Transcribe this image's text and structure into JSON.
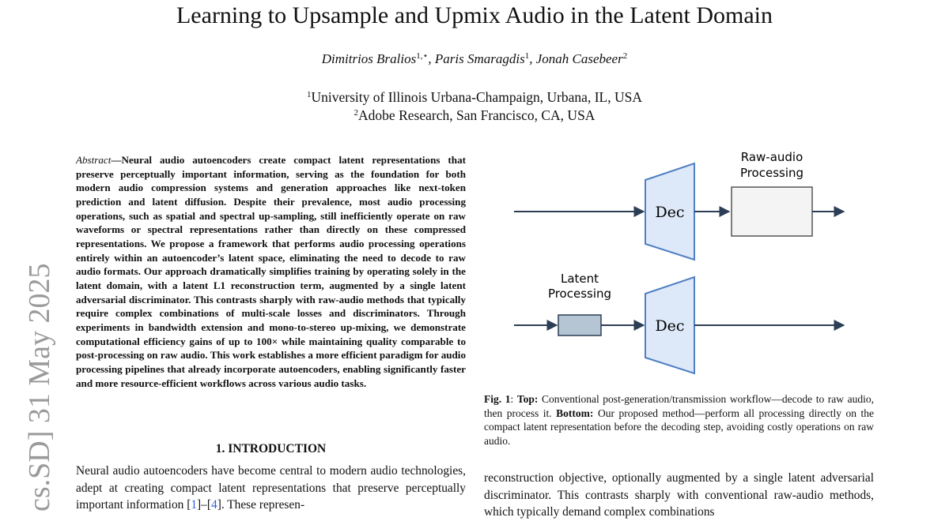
{
  "paper": {
    "title": "Learning to Upsample and Upmix Audio in the Latent Domain",
    "authors": [
      {
        "name": "Dimitrios Bralios",
        "mark": "1,⋆"
      },
      {
        "name": "Paris Smaragdis",
        "mark": "1"
      },
      {
        "name": "Jonah Casebeer",
        "mark": "2"
      }
    ],
    "affiliations": [
      {
        "mark": "1",
        "text": "University of Illinois Urbana-Champaign, Urbana, IL, USA"
      },
      {
        "mark": "2",
        "text": "Adobe Research, San Francisco, CA, USA"
      }
    ],
    "arxiv_stamp": "cs.SD]  31 May 2025",
    "abstract_label": "Abstract",
    "abstract_text": "—Neural audio autoencoders create compact latent representations that preserve perceptually important information, serving as the foundation for both modern audio compression systems and generation approaches like next-token prediction and latent diffusion. Despite their prevalence, most audio processing operations, such as spatial and spectral up-sampling, still inefficiently operate on raw waveforms or spectral representations rather than directly on these compressed representations. We propose a framework that performs audio processing operations entirely within an autoencoder’s latent space, eliminating the need to decode to raw audio formats. Our approach dramatically simplifies training by operating solely in the latent domain, with a latent L1 reconstruction term, augmented by a single latent adversarial discriminator. This contrasts sharply with raw-audio methods that typically require complex combinations of multi-scale losses and discriminators. Through experiments in bandwidth extension and mono-to-stereo up-mixing, we demonstrate computational efficiency gains of up to 100× while maintaining quality comparable to post-processing on raw audio. This work establishes a more efficient paradigm for audio processing pipelines that already incorporate autoencoders, enabling significantly faster and more resource-efficient workflows across various audio tasks.",
    "section_heading": "1. INTRODUCTION",
    "intro": {
      "text_before": "Neural audio autoencoders have become central to modern audio technologies, adept at creating compact latent representations that preserve perceptually important information [",
      "cite1": "1",
      "dash": "]–[",
      "cite2": "4",
      "text_after": "]. These represen-"
    },
    "figure": {
      "top_label_line1": "Raw-audio",
      "top_label_line2": "Processing",
      "bottom_label_line1": "Latent",
      "bottom_label_line2": "Processing",
      "decoder_label": "Dec"
    },
    "caption": {
      "fig_label": "Fig. 1",
      "sep": ": ",
      "top_label": "Top:",
      "top_text": " Conventional post-generation/transmission workflow—decode to raw audio, then process it. ",
      "bottom_label": "Bottom:",
      "bottom_text": " Our proposed method—perform all processing directly on the compact latent representation before the decoding step, avoiding costly operations on raw audio."
    },
    "right_body": "reconstruction objective, optionally augmented by a single latent adversarial discriminator. This contrasts sharply with conventional raw-audio methods, which typically demand complex combinations"
  },
  "colors": {
    "decoder_fill": "#dde8f8",
    "decoder_stroke": "#4f7fc4",
    "latent_box_fill": "#b5c5d3",
    "raw_box_fill": "#f4f4f4",
    "arrow": "#2c3e55",
    "citation": "#2b5fd9",
    "stamp": "#9a9a9a"
  }
}
